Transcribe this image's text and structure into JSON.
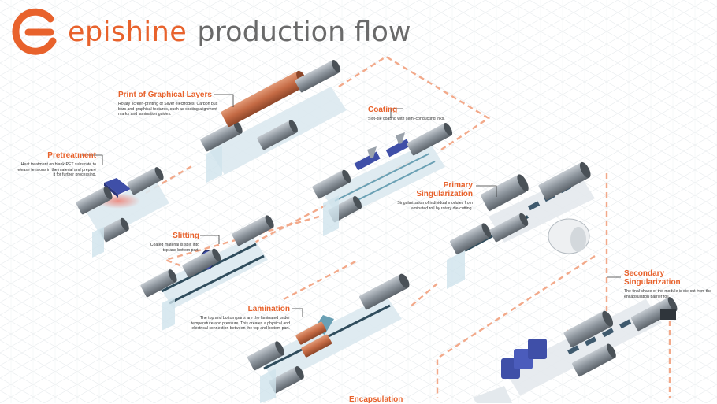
{
  "header": {
    "brand": "epishine",
    "subtitle": "production flow"
  },
  "steps": [
    {
      "key": "pretreatment",
      "title": "Pretreatment",
      "description": "Heat treatment on blank PET substrate to release tensions in the material and prepare it for further processing."
    },
    {
      "key": "print",
      "title": "Print of Graphical Layers",
      "description": "Rotary screen-printing of Silver electrodes, Carbon bus bars and graphical features, such as coating alignment marks and lamination guides."
    },
    {
      "key": "coating",
      "title": "Coating",
      "description": "Slot-die coating with semi-conducting inks."
    },
    {
      "key": "primary",
      "title": "Primary Singularization",
      "title_lines": [
        "Primary",
        "Singularization"
      ],
      "description": "Singularization of individual modules from laminated roll by rotary die-cutting."
    },
    {
      "key": "slitting",
      "title": "Slitting",
      "description": "Coated material is split into top and bottom part."
    },
    {
      "key": "lamination",
      "title": "Lamination",
      "description": "The top and bottom parts are the laminated under temperature and pressure. This creates a physical and electrical connection between the top and bottom part."
    },
    {
      "key": "secondary",
      "title": "Secondary Singularization",
      "title_lines": [
        "Secondary",
        "Singularization"
      ],
      "description": "The final shape of the module is die-cut from the encapsulation barrier foil."
    },
    {
      "key": "encapsulation",
      "title": "Encapsulation",
      "description": ""
    }
  ],
  "colors": {
    "brand": "#e8622c",
    "subtitle": "#6a6a6a",
    "roller": "#9aa2ab",
    "roller_dark": "#555c63",
    "film": "#cfe3ec",
    "copper": "#c8704b",
    "module": "#3f4fa8",
    "flow_arrow": "#f2a98a"
  }
}
